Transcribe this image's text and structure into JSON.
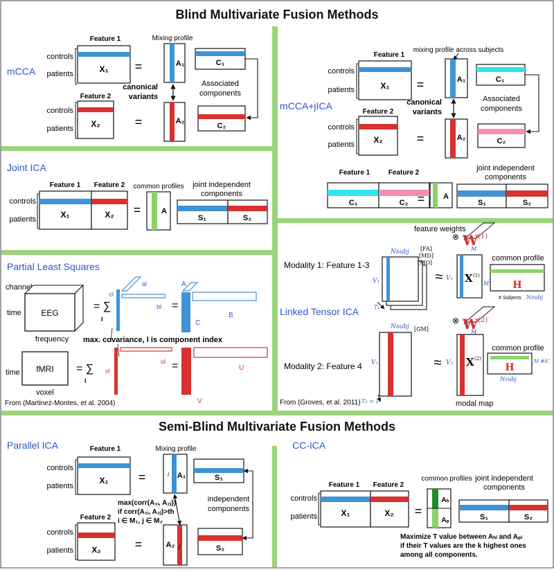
{
  "title_blind": "Blind Multivariate Fusion Methods",
  "title_semiblind": "Semi-Blind Multivariate Fusion Methods",
  "colors": {
    "divider": "#9bd37a",
    "blue": "#3f93d3",
    "red": "#d9312e",
    "cyan": "#33e3ee",
    "pink": "#f58cb6",
    "green": "#8ad36a",
    "dark_green": "#1f8a2a",
    "heading": "#2f56c6"
  },
  "mcca": {
    "name": "mCCA",
    "feature1": "Feature 1",
    "feature2": "Feature 2",
    "controls": "controls",
    "patients": "patients",
    "x1": "X₁",
    "x2": "X₂",
    "eq": "=",
    "mixing_profile": "Mixing  profile",
    "a1": "A₁",
    "a2": "A₂",
    "canonical_variants": [
      "canonical",
      "variants"
    ],
    "c1": "C₁",
    "c2": "C₂",
    "associated_components": [
      "Associated",
      "components"
    ]
  },
  "mcca_jica": {
    "name": "mCCA+jICA",
    "feature1": "Feature 1",
    "feature2": "Feature 2",
    "controls": "controls",
    "patients": "patients",
    "x1": "X₁",
    "x2": "X₂",
    "eq": "=",
    "mixing_profile_across": "mixing profile across subjects",
    "a1": "A₁",
    "a2": "A₂",
    "canonical_variants": [
      "canonical",
      "variants"
    ],
    "c1": "C₁",
    "c2": "C₂",
    "associated_components": [
      "Associated",
      "components"
    ],
    "bottom_feature1": "Feature 1",
    "bottom_feature2": "Feature 2",
    "bottom_c1": "C₁",
    "bottom_c2": "C₂",
    "bottom_a": "A",
    "joint_independent_components": [
      "joint independent",
      "components"
    ],
    "s1": "S₁",
    "s2": "S₂"
  },
  "joint_ica": {
    "name": "Joint  ICA",
    "feature1": "Feature 1",
    "feature2": "Feature 2",
    "controls": "controls",
    "patients": "patients",
    "x1": "X₁",
    "x2": "X₂",
    "eq": "=",
    "common_profiles": "common profiles",
    "a": "A",
    "joint_independent_components": [
      "joint independent",
      "components"
    ],
    "s1": "S₁",
    "s2": "S₂"
  },
  "pls": {
    "name": "Partial Least Squares",
    "channel": "channel",
    "time": "time",
    "eeg": "EEG",
    "frequency": "frequency",
    "eq_sum": "= ∑",
    "l": "l",
    "ci": "cl",
    "ai": "al",
    "bi": "bl",
    "A": "A",
    "B": "B",
    "C": "C",
    "max_cov": "max. covariance, l is component index",
    "time2": "time",
    "fmri": "fMRI",
    "voxel": "voxel",
    "vi": "vl",
    "ui": "ul",
    "U": "U",
    "V": "V",
    "citation": "From (Martinez-Montes, et al. 2004)"
  },
  "lica": {
    "name": "Linked Tensor ICA",
    "feature_weights": "feature weights",
    "modality1": "Modality 1: Feature 1-3",
    "modality2": "Modality 2: Feature 4",
    "n_subj": "Nₛᵤᵦⱼ",
    "n_subj_plain": "Nsubj",
    "fa": "[FA]",
    "md": "[MD]",
    "mo": "[MO]",
    "gm": "[GM]",
    "v1": "V₁",
    "v2": "V₂",
    "t1": "T₁",
    "t2": "T₂ = 1",
    "approx": "≈",
    "w1": "W",
    "w1_sup": "(1)",
    "w2": "W",
    "w2_sup": "(2)",
    "x1": "X",
    "x1_sup": "(1)",
    "x2": "X",
    "x2_sup": "(2)",
    "m": "M",
    "h": "H",
    "common_profile": "common profile",
    "subjects": "# Subjects",
    "mic": "M #IC",
    "modal_map": "modal map",
    "citation": "From (Groves, et al. 2011)"
  },
  "parallel_ica": {
    "name": "Parallel ICA",
    "feature1": "Feature 1",
    "feature2": "Feature 2",
    "controls": "controls",
    "patients": "patients",
    "x1": "X₁",
    "x2": "X₂",
    "eq": "=",
    "mixing_profile": "Mixing  profile",
    "a1": "A₁",
    "a2": "A₂",
    "i": "i",
    "j": "j",
    "s1": "S₁",
    "s2": "S₂",
    "independent_components": [
      "independent",
      "components"
    ],
    "constraint": [
      "max(corr(A₁ᵢ, A₂ⱼ))",
      "if corr(A₁ᵢ, A₂ⱼ)>th",
      "i ∈ M₁, j ∈ M₂"
    ]
  },
  "cc_ica": {
    "name": "CC-ICA",
    "feature1": "Feature 1",
    "feature2": "Feature 2",
    "controls": "controls",
    "patients": "patients",
    "x1": "X₁",
    "x2": "X₂",
    "eq": "=",
    "common_profiles": "common profiles",
    "ah": "Aₕ",
    "ap": "Aₚ",
    "joint_independent_components": [
      "joint independent",
      "components"
    ],
    "s1": "S₁",
    "s2": "S₂",
    "maximize": [
      "Maximize T value between Aₕₗ and Aₚₗ",
      "if their T values are the k highest ones",
      "among all components."
    ]
  }
}
